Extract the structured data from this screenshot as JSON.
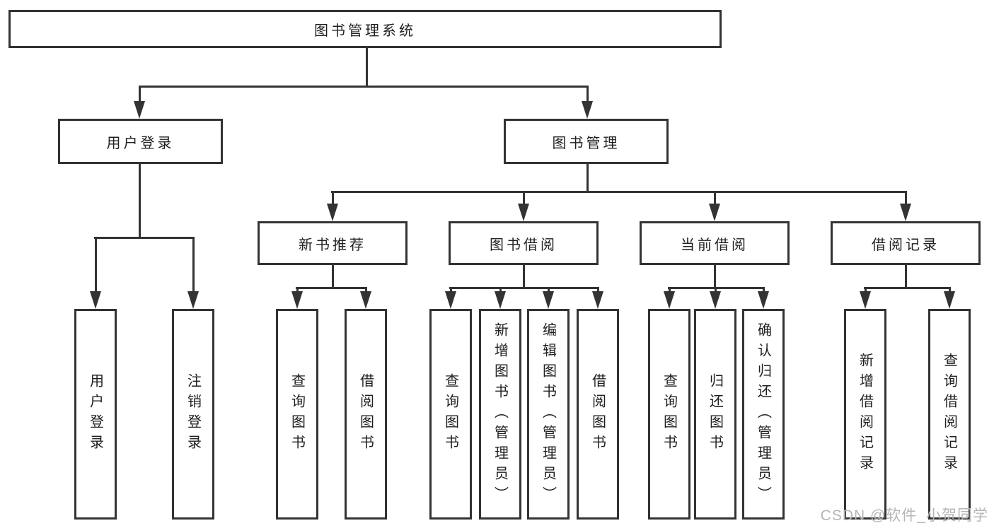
{
  "tree": {
    "root": "图书管理系统",
    "level2": [
      {
        "label": "用户登录"
      },
      {
        "label": "图书管理"
      }
    ],
    "level3": [
      {
        "label": "新书推荐"
      },
      {
        "label": "图书借阅"
      },
      {
        "label": "当前借阅"
      },
      {
        "label": "借阅记录"
      }
    ],
    "leaves": {
      "user": [
        "用户登录",
        "注销登录"
      ],
      "newbook": [
        "查询图书",
        "借阅图书"
      ],
      "borrow": [
        "查询图书",
        "新增图书（管理员）",
        "编辑图书（管理员）",
        "借阅图书"
      ],
      "current": [
        "查询图书",
        "归还图书",
        "确认归还（管理员）"
      ],
      "records": [
        "新增借阅记录",
        "查询借阅记录"
      ]
    }
  },
  "watermark": "CSDN @软件_小贺同学",
  "colors": {
    "line": "#333333",
    "text": "#1f1f1f",
    "background": "#ffffff",
    "watermark": "#b5b5b5"
  }
}
